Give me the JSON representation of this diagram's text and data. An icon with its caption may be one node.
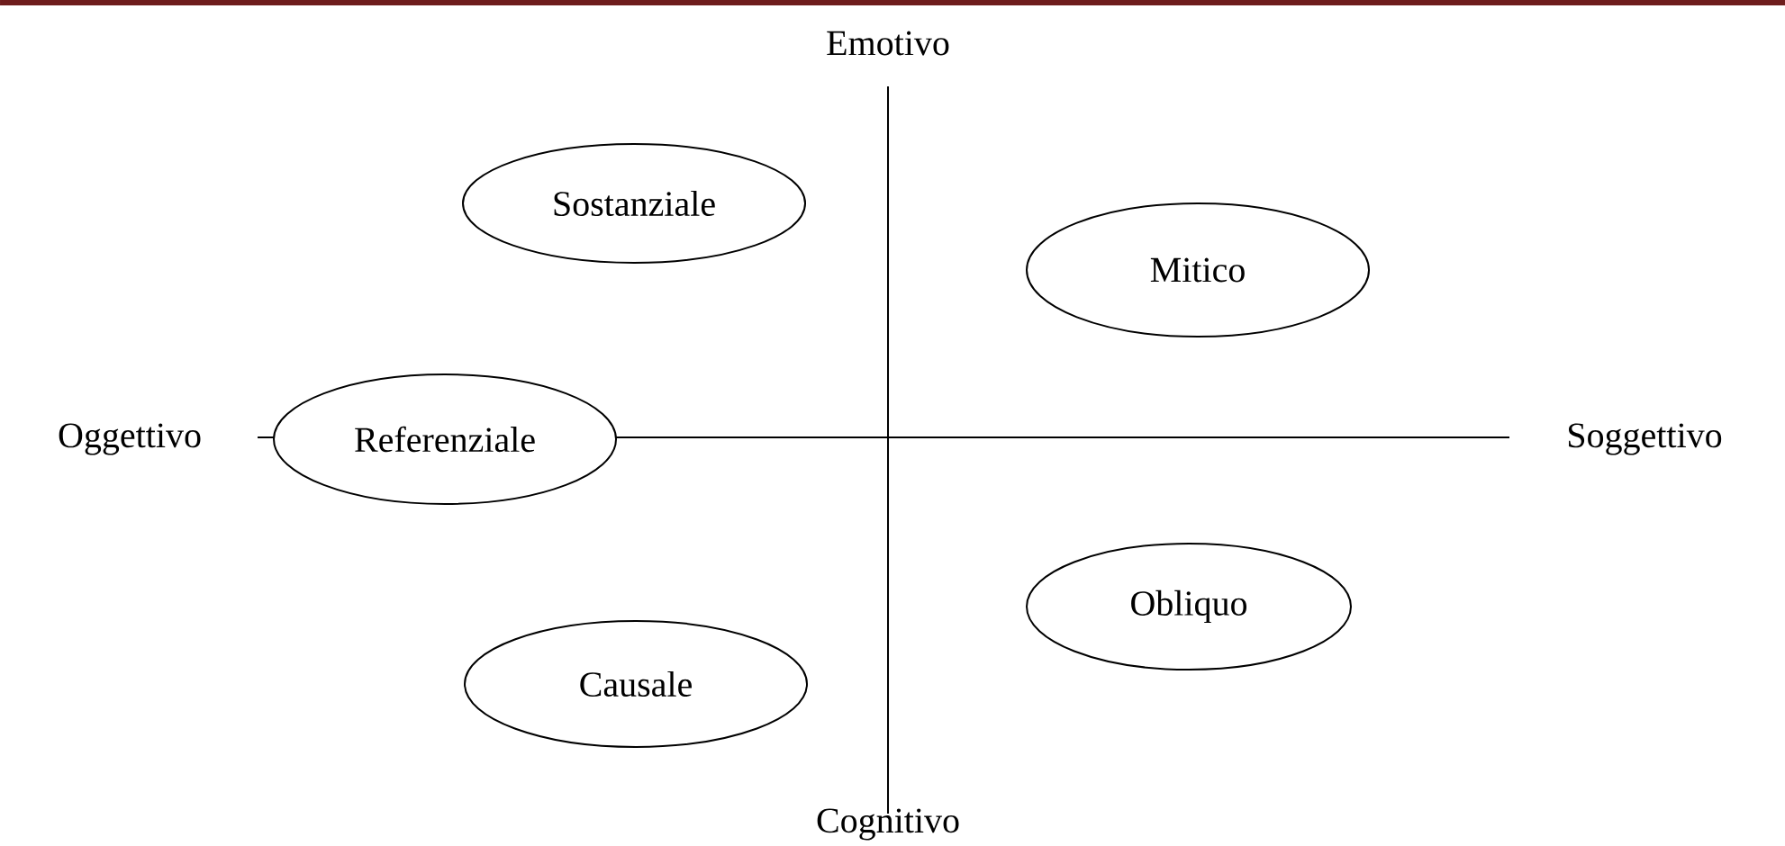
{
  "diagram": {
    "nodes": [
      {
        "text": [
          "Sostanziale"
        ]
      },
      {
        "text": [
          "Mitico"
        ]
      },
      {
        "text": [
          "Referenziale"
        ]
      },
      {
        "text": [
          "Obliquo"
        ]
      },
      {
        "text": [
          "Causale"
        ]
      }
    ],
    "labels": [
      "Emotivo",
      "Oggettivo",
      "Soggettivo",
      "Cognitivo"
    ]
  }
}
